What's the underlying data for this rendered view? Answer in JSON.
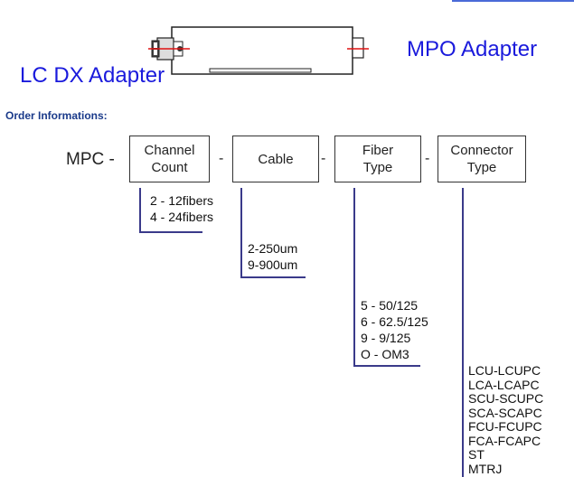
{
  "adapters": {
    "lc_label": "LC DX Adapter",
    "mpo_label": "MPO Adapter"
  },
  "order": {
    "heading": "Order Informations:",
    "prefix": "MPC -",
    "separator": "-",
    "fields": [
      {
        "label_line1": "Channel",
        "label_line2": "Count"
      },
      {
        "label_line1": "Cable",
        "label_line2": ""
      },
      {
        "label_line1": "Fiber",
        "label_line2": "Type"
      },
      {
        "label_line1": "Connector",
        "label_line2": "Type"
      }
    ],
    "channel_options": [
      "2  - 12fibers",
      "4  - 24fibers"
    ],
    "cable_options": [
      "2-250um",
      "9-900um"
    ],
    "fiber_options": [
      "5 - 50/125",
      "6 - 62.5/125",
      "9 - 9/125",
      "O - OM3"
    ],
    "connector_options": [
      "LCU-LCUPC",
      "LCA-LCAPC",
      "SCU-SCUPC",
      "SCA-SCAPC",
      "FCU-FCUPC",
      "FCA-FCAPC",
      "ST",
      "MTRJ"
    ]
  }
}
